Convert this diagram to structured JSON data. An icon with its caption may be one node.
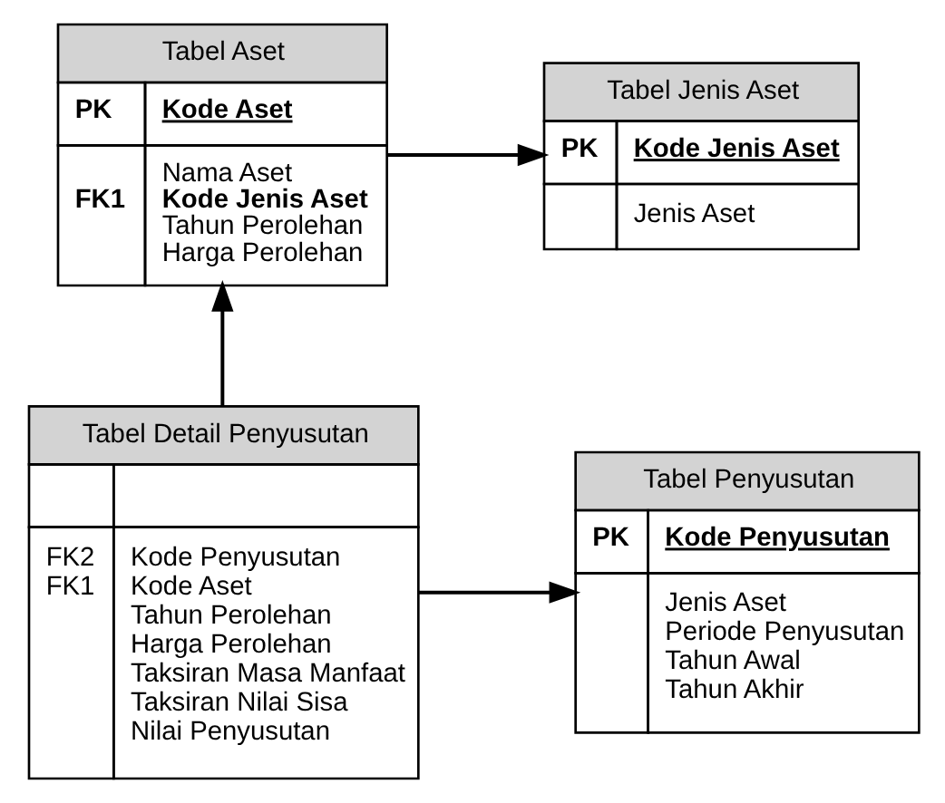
{
  "diagram": {
    "nodes": [
      {
        "text": [
          "Tabel Aset",
          "PK",
          "Kode Aset",
          "Nama Aset",
          "FK1",
          "Kode Jenis Aset",
          "Tahun Perolehan",
          "Harga Perolehan"
        ]
      },
      {
        "text": [
          "Tabel Jenis Aset",
          "PK",
          "Kode Jenis Aset",
          "Jenis Aset"
        ]
      },
      {
        "text": [
          "Tabel Detail Penyusutan",
          "FK2",
          "Kode Penyusutan",
          "FK1",
          "Kode Aset",
          "Tahun Perolehan",
          "Harga Perolehan",
          "Taksiran Masa Manfaat",
          "Taksiran Nilai Sisa",
          "Nilai Penyusutan"
        ]
      },
      {
        "text": [
          "Tabel Penyusutan",
          "PK",
          "Kode Penyusutan",
          "Jenis Aset",
          "Periode Penyusutan",
          "Tahun Awal",
          "Tahun Akhir"
        ]
      }
    ],
    "edges": [
      {
        "from": 0,
        "to": 1,
        "arrow": "to"
      },
      {
        "from": 2,
        "to": 0,
        "arrow": "to"
      },
      {
        "from": 2,
        "to": 3,
        "arrow": "to"
      }
    ]
  }
}
